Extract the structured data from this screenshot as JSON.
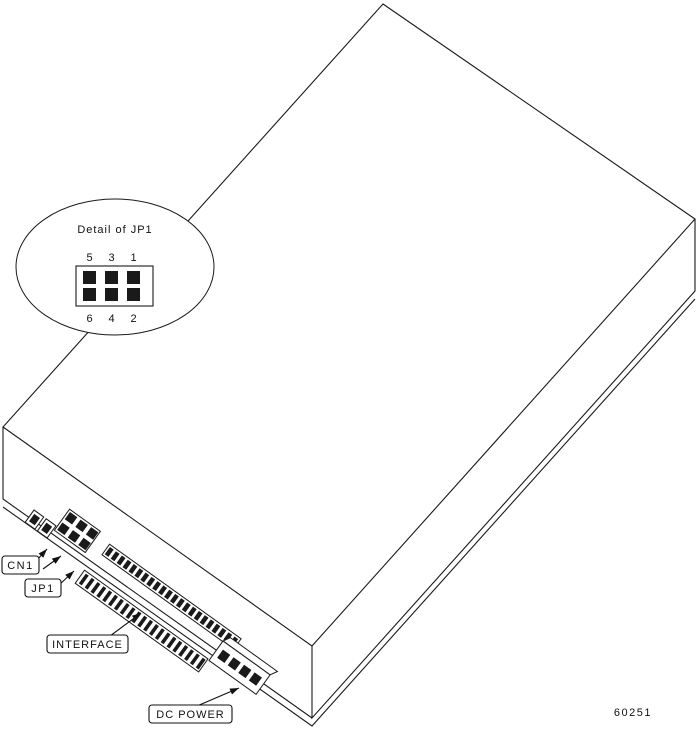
{
  "diagram": {
    "figure_number": "60251",
    "callout": {
      "title": "Detail of JP1",
      "pin_labels_top": [
        "5",
        "3",
        "1"
      ],
      "pin_labels_bottom": [
        "6",
        "4",
        "2"
      ]
    },
    "component_labels": {
      "cn1": "CN1",
      "jp1": "JP1",
      "interface": "INTERFACE",
      "dc_power": "DC POWER"
    },
    "colors": {
      "line": "#1a1a1a",
      "background": "#ffffff",
      "pin_fill": "#1a1a1a"
    }
  }
}
